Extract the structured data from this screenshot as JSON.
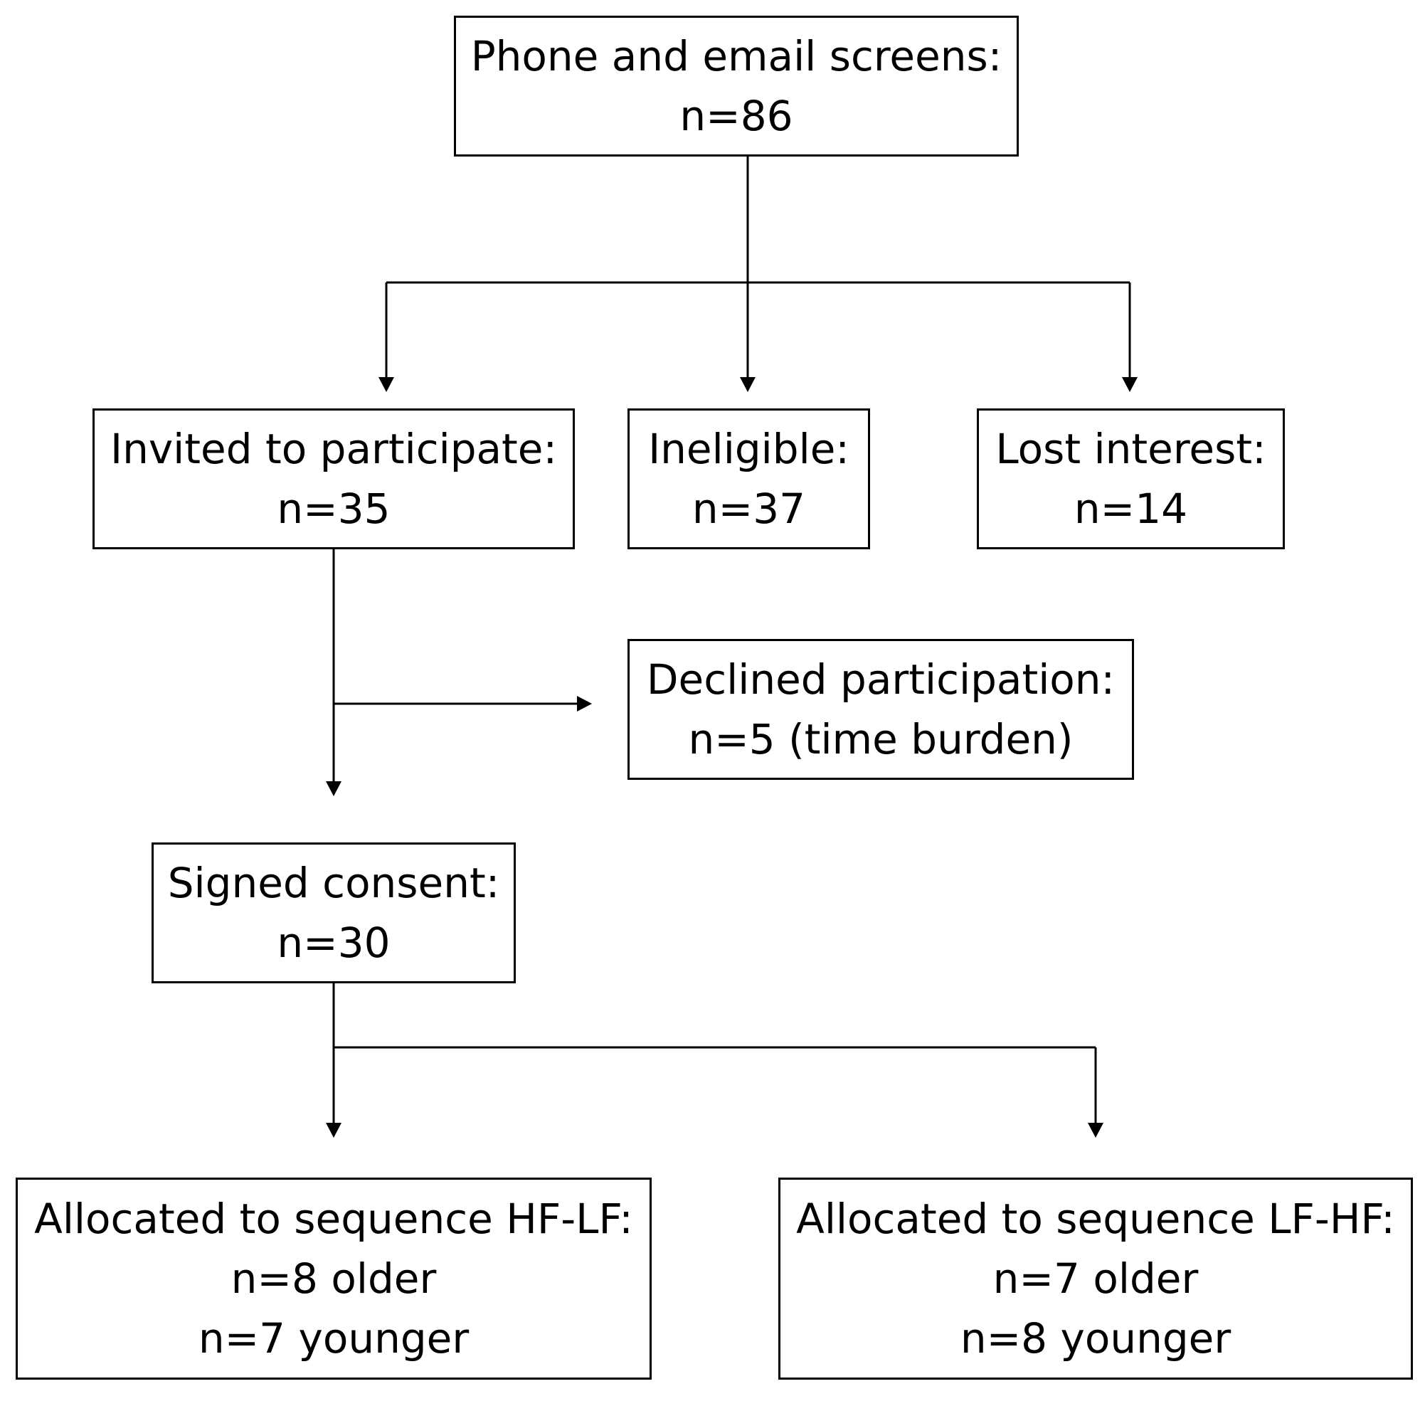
{
  "flowchart": {
    "screens": {
      "title": "Phone and email screens:",
      "count": "n=86"
    },
    "invited": {
      "title": "Invited to participate:",
      "count": "n=35"
    },
    "ineligible": {
      "title": "Ineligible:",
      "count": "n=37"
    },
    "lost_interest": {
      "title": "Lost interest:",
      "count": "n=14"
    },
    "declined": {
      "title": "Declined participation:",
      "count": "n=5 (time burden)"
    },
    "consent": {
      "title": "Signed consent:",
      "count": "n=30"
    },
    "hf_lf": {
      "title": "Allocated to sequence HF-LF:",
      "older": "n=8 older",
      "younger": "n=7 younger"
    },
    "lf_hf": {
      "title": "Allocated to sequence LF-HF:",
      "older": "n=7 older",
      "younger": "n=8 younger"
    }
  },
  "colors": {
    "line": "#000000",
    "box_border": "#000000",
    "background": "#ffffff"
  }
}
